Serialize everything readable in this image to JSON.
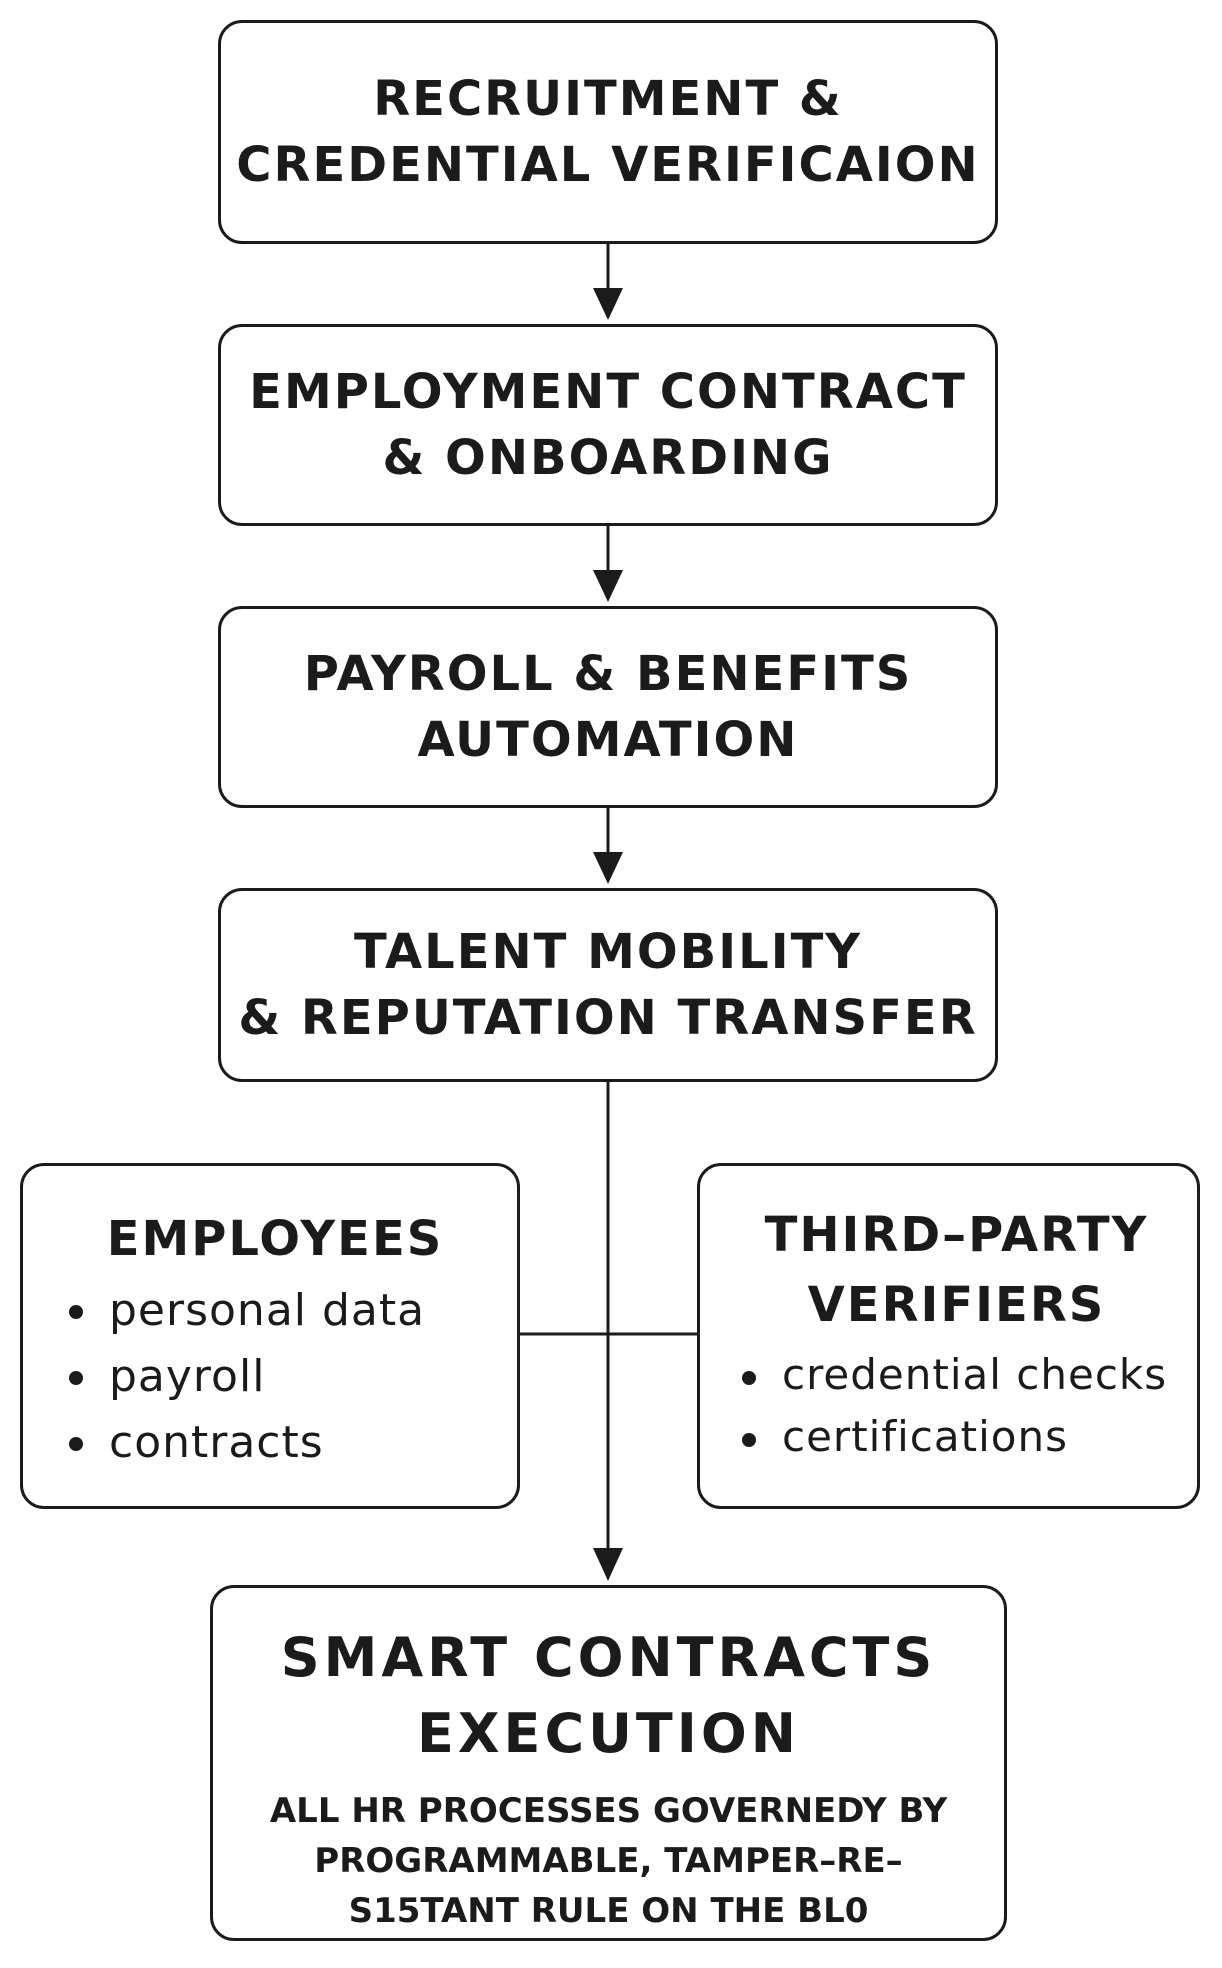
{
  "flow": {
    "stages": [
      {
        "title": "RECRUITMENT &\nCREDENTIAL VERIFICAION"
      },
      {
        "title": "EMPLOYMENT CONTRACT\n& ONBOARDING"
      },
      {
        "title": "PAYROLL & BENEFITS\nAUTOMATION"
      },
      {
        "title": "TALENT MOBILITY\n& REPUTATION TRANSFER"
      }
    ]
  },
  "employees": {
    "title": "EMPLOYEES",
    "items": [
      "personal data",
      "payroll",
      "contracts"
    ]
  },
  "verifiers": {
    "title": "THIRD–PARTY\nVERIFIERS",
    "items": [
      "credential checks",
      "certifications"
    ]
  },
  "execution": {
    "title": "SMART CONTRACTS\nEXECUTION",
    "description": "ALL HR PROCESSES GOVERNEDY BY\nPROGRAMMABLE, TAMPER–RE–\nS15TANT RULE ON THE BL0"
  }
}
